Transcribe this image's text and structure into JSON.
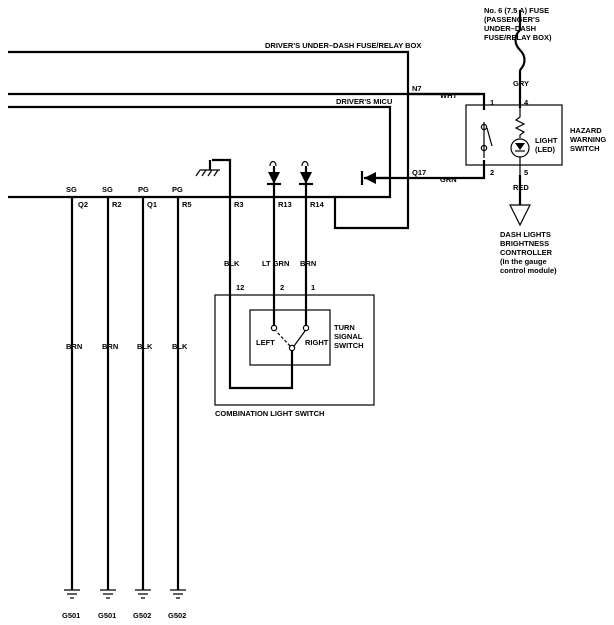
{
  "boxes": {
    "fuse_box": "DRIVER'S UNDER–DASH FUSE/RELAY BOX",
    "micu": "DRIVER'S MICU",
    "combination_switch": "COMBINATION LIGHT SWITCH"
  },
  "fuse": {
    "line1": "No. 6 (7.5 A) FUSE",
    "line2": "(PASSENGER'S",
    "line3": "UNDER–DASH",
    "line4": "FUSE/RELAY BOX)"
  },
  "hazard": {
    "line1": "HAZARD",
    "line2": "WARNING",
    "line3": "SWITCH",
    "light1": "LIGHT",
    "light2": "(LED)",
    "pins": {
      "p1": "1",
      "p2": "2",
      "p4": "4",
      "p5": "5"
    }
  },
  "dash": {
    "line1": "DASH LIGHTS",
    "line2": "BRIGHTNESS",
    "line3": "CONTROLLER",
    "line4": "(In the gauge",
    "line5": "control module)"
  },
  "turn_switch": {
    "line1": "TURN",
    "line2": "SIGNAL",
    "line3": "SWITCH",
    "left": "LEFT",
    "right": "RIGHT",
    "pins": {
      "p12": "12",
      "p2": "2",
      "p1": "1"
    }
  },
  "connectors": {
    "n7": "N7",
    "q17": "Q17",
    "q2": "Q2",
    "r2": "R2",
    "q1": "Q1",
    "r5": "R5",
    "r3": "R3",
    "r13": "R13",
    "r14": "R14"
  },
  "terminal_types": {
    "sg1": "SG",
    "sg2": "SG",
    "pg1": "PG",
    "pg2": "PG"
  },
  "wire_colors": {
    "wht": "WHT",
    "grn": "GRN",
    "gry": "GRY",
    "red": "RED",
    "blk_r3": "BLK",
    "ltgrn": "LT GRN",
    "brn_r14": "BRN",
    "brn1": "BRN",
    "brn2": "BRN",
    "blk1": "BLK",
    "blk2": "BLK"
  },
  "grounds": {
    "g1": "G501",
    "g2": "G501",
    "g3": "G502",
    "g4": "G502"
  }
}
